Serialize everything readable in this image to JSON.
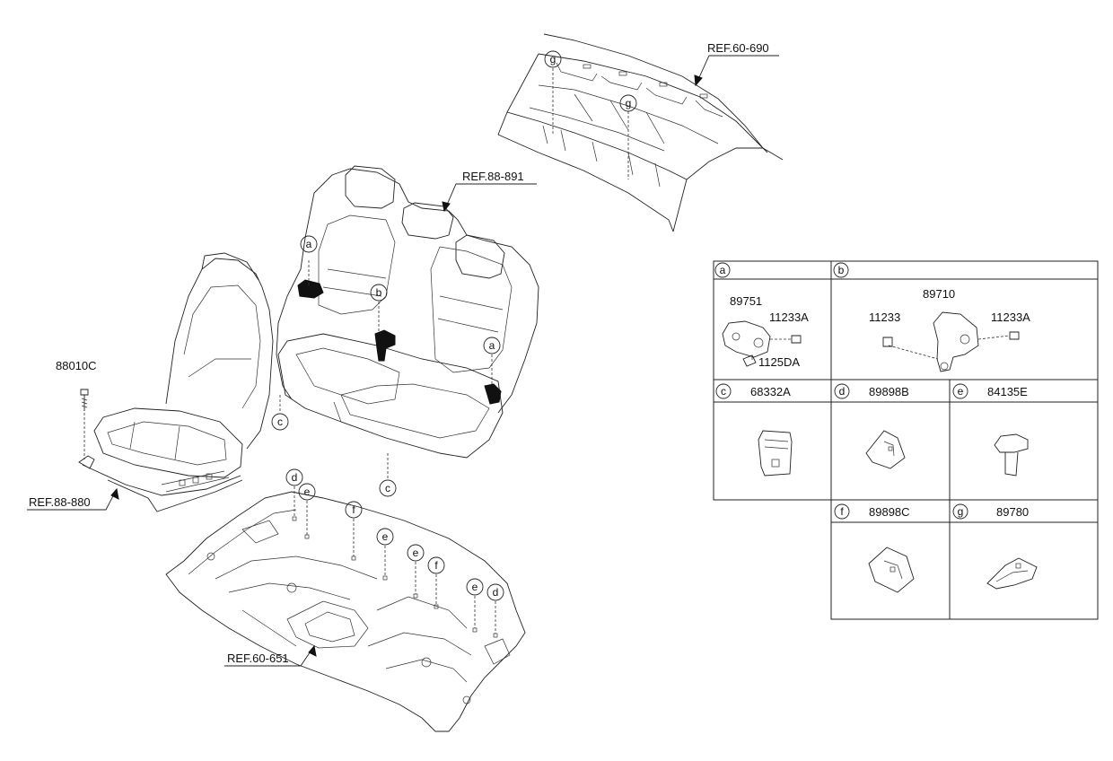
{
  "refs": {
    "package_tray": "REF.60-690",
    "rear_seat": "REF.88-891",
    "front_seat": "REF.88-880",
    "floor_panel": "REF.60-651"
  },
  "parts": {
    "front_seat_bolt": "88010C"
  },
  "callouts": {
    "a": "a",
    "b": "b",
    "c": "c",
    "d": "d",
    "e": "e",
    "f": "f",
    "g": "g"
  },
  "legend": {
    "a": {
      "key": "a",
      "p1": "89751",
      "p2": "11233A",
      "p3": "1125DA"
    },
    "b": {
      "key": "b",
      "p1": "89710",
      "p2": "11233",
      "p3": "11233A"
    },
    "c": {
      "key": "c",
      "part": "68332A"
    },
    "d": {
      "key": "d",
      "part": "89898B"
    },
    "e": {
      "key": "e",
      "part": "84135E"
    },
    "f": {
      "key": "f",
      "part": "89898C"
    },
    "g": {
      "key": "g",
      "part": "89780"
    }
  }
}
